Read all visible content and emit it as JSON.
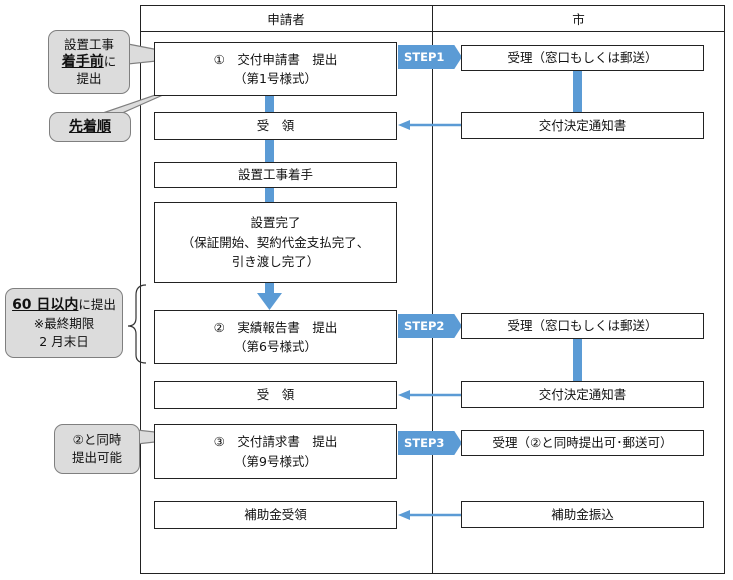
{
  "columns": {
    "applicant": "申請者",
    "city": "市"
  },
  "applicant_steps": {
    "step1": {
      "line1": "①　交付申請書　提出",
      "line2": "（第1号様式）"
    },
    "receive1": "受　領",
    "construction_start": "設置工事着手",
    "completion": {
      "line1": "設置完了",
      "line2": "（保証開始、契約代金支払完了、",
      "line3": "引き渡し完了）"
    },
    "step2": {
      "line1": "②　実績報告書　提出",
      "line2": "（第6号様式）"
    },
    "receive2": "受　領",
    "step3": {
      "line1": "③　交付請求書　提出",
      "line2": "（第9号様式）"
    },
    "subsidy_receive": "補助金受領"
  },
  "city_steps": {
    "accept1": "受理（窓口もしくは郵送）",
    "notice1": "交付決定通知書",
    "accept2": "受理（窓口もしくは郵送）",
    "notice2": "交付決定通知書",
    "accept3": "受理（②と同時提出可･郵送可）",
    "transfer": "補助金振込"
  },
  "step_labels": [
    "STEP1",
    "STEP2",
    "STEP3"
  ],
  "callouts": {
    "before_construction": {
      "line1": "設置工事",
      "emph": "着手前",
      "tail": "に",
      "line3": "提出"
    },
    "first_come": "先着順",
    "deadline": {
      "emph": "60 日以内",
      "tail": "に提出",
      "line2": "※最終期限",
      "line3": "2 月末日"
    },
    "simultaneous": {
      "line1": "②と同時",
      "line2": "提出可能"
    }
  },
  "colors": {
    "arrow": "#5b9bd5",
    "callout_bg": "#dcdcdc",
    "border": "#222222"
  }
}
